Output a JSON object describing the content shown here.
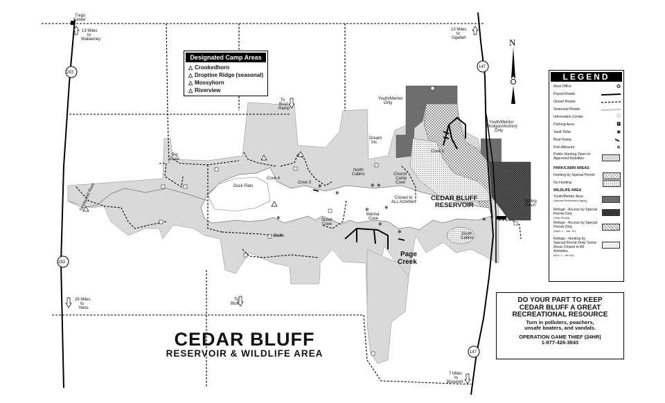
{
  "camp_areas": {
    "title": "Designated Camp Areas",
    "items": [
      "Crookedhorn",
      "Droptine Ridge (seasonal)",
      "Mossyhorn",
      "Riverview"
    ]
  },
  "legend": {
    "title": "LEGEND",
    "rows": [
      "Area Office",
      "Paved Roads",
      "Gravel Roads",
      "Seasonal Roads",
      "Information Center",
      "Parking Area",
      "Vault Toilet",
      "Boat Ramp",
      "Fish Attractor",
      "Public Hunting Open to Approved Activities"
    ],
    "park_cabin_head": "PARK/CABIN AREAS",
    "park_cabin_rows": [
      "Hunting by Special Permit",
      "No Hunting"
    ],
    "wildlife_head": "WILDLIFE AREA",
    "wildlife_rows": [
      {
        "label": "Youth/Mentor Area",
        "note": "(Special Restrictions Apply)"
      },
      {
        "label": "Refuge - Access by Special Permit Only",
        "note": "(Year Round)"
      },
      {
        "label": "Refuge - Access by Special Permit Only",
        "note": "(Sept. 1 - Jan. 31)"
      },
      {
        "label": "Refuge - Hunting by Special Permit Only/ Some Areas Closed to All Activities.",
        "note": "(Nov. 1 - Jan.31)"
      }
    ],
    "colors": {
      "public": "#d9d9d9",
      "youth": "#6e6e6e",
      "refuge_year": "#4a4a4a"
    }
  },
  "notice": {
    "line1": "DO YOUR PART TO KEEP",
    "line2": "CEDAR BLUFF A GREAT",
    "line3": "RECREATIONAL RESOURCE",
    "line4": "Turn in polluters, poachers,",
    "line5": "unsafe boaters, and vandals.",
    "line6": "OPERATION GAME THIEF (24HR)",
    "line7": "1-877-426-3843"
  },
  "title": {
    "main": "CEDAR BLUFF",
    "sub": "RESERVOIR & WILDLIFE AREA"
  },
  "north_label": "N",
  "map_labels": {
    "trego": "Trego",
    "trego2": "Center",
    "to_wakeeney_1": "13 Miles",
    "to_wakeeney_2": "to",
    "to_wakeeney_3": "Wakeeney",
    "to_ogallah_1": "13 Miles",
    "to_ogallah_2": "to",
    "to_ogallah_3": "Ogallah",
    "to_ness_1": "26 Miles",
    "to_ness_2": "to",
    "to_ness_3": "Ness",
    "to_brownell_1": "7 Miles",
    "to_brownell_2": "to",
    "to_brownell_3": "Brownell",
    "to_boat_ramp_1": "To",
    "to_boat_ramp_2": "Boat",
    "to_boat_ramp_3": "Ramp",
    "to_bluffs_1": "To",
    "to_bluffs_2": "Bluffs",
    "hwy_283": "283",
    "hwy_147": "147",
    "youth_mentor_1": "Youth/Mentor",
    "youth_mentor_2": "Only",
    "youth_shotgun_1": "Youth/Mentor",
    "youth_shotgun_2": "Shotgun/Archery",
    "youth_shotgun_3": "Only",
    "big_draw_1": "Big",
    "big_draw_2": "Draw",
    "dream_1": "Dream",
    "dream_2": "Inc.",
    "north_cabins_1": "North",
    "north_cabins_2": "Cabins",
    "church_1": "Church",
    "church_2": "Camp",
    "church_3": "Cove",
    "cove1": "Cove 1",
    "cove3": "Cove 3",
    "cove4": "Cove 4",
    "duck_flats": "Duck Flats",
    "smoky_hill": "Smoky Hill River",
    "closed_1": "Closed to",
    "closed_2": "ALL Activities",
    "reservoir_1": "CEDAR BLUFF",
    "reservoir_2": "RESERVOIR",
    "stilling_1": "Stilling",
    "stilling_2": "Basin",
    "scout_1": "Scout",
    "scout_2": "Cove",
    "marina_1": "Marina",
    "marina_2": "Cove",
    "south_cabins_1": "South",
    "south_cabins_2": "Cabins",
    "page_1": "Page",
    "page_2": "Creek",
    "bluffs": "Bluffs"
  }
}
